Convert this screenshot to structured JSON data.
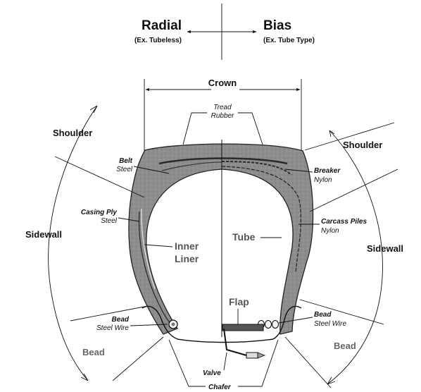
{
  "header": {
    "radial_title": "Radial",
    "radial_sub": "(Ex. Tubeless)",
    "bias_title": "Bias",
    "bias_sub": "(Ex. Tube Type)"
  },
  "labels": {
    "crown": "Crown",
    "tread_1": "Tread",
    "tread_2": "Rubber",
    "shoulder_left": "Shoulder",
    "shoulder_right": "Shoulder",
    "sidewall_left": "Sidewall",
    "sidewall_right": "Sidewall",
    "bead_left": "Bead",
    "bead_right": "Bead",
    "belt_1": "Belt",
    "belt_2": "Steel",
    "casing_1": "Casing Ply",
    "casing_2": "Steel",
    "inner_1": "Inner",
    "inner_2": "Liner",
    "bead_wire_left_1": "Bead",
    "bead_wire_left_2": "Steel Wire",
    "breaker_1": "Breaker",
    "breaker_2": "Nylon",
    "carcass_1": "Carcass Piles",
    "carcass_2": "Nylon",
    "tube": "Tube",
    "flap": "Flap",
    "bead_wire_right_1": "Bead",
    "bead_wire_right_2": "Steel Wire",
    "valve": "Valve",
    "chafer": "Chafer"
  }
}
